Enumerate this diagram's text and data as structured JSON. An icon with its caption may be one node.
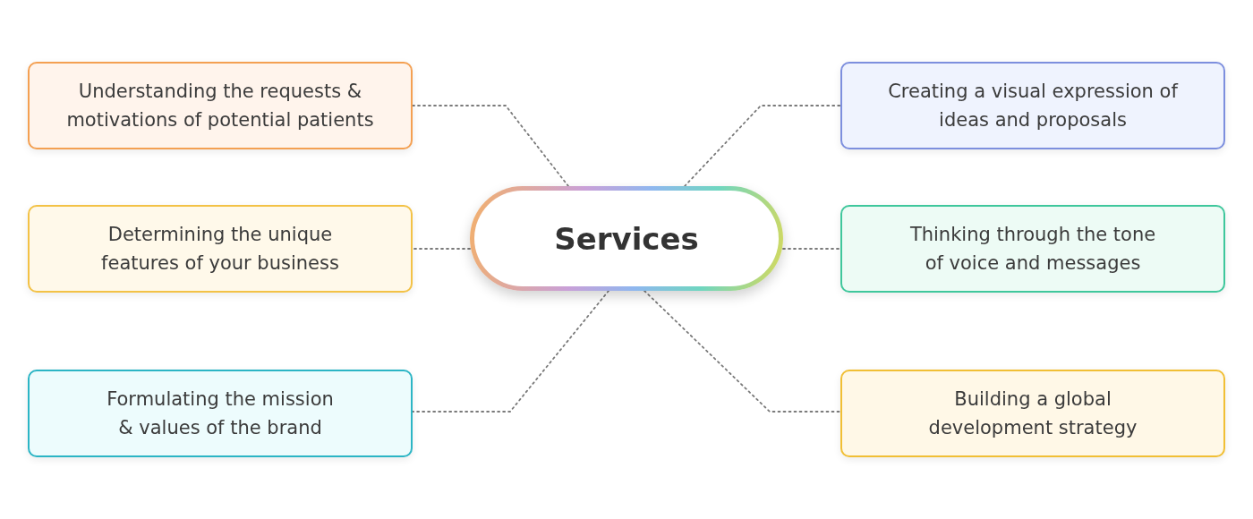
{
  "diagram": {
    "nodes": [
      {
        "text": [
          "Services"
        ]
      },
      {
        "text": [
          "Understanding the requests & motivations of potential patients"
        ]
      },
      {
        "text": [
          "Creating a visual expression of ideas and proposals"
        ]
      },
      {
        "text": [
          "Determining the unique features of your business"
        ]
      },
      {
        "text": [
          "Thinking through the tone of voice and messages"
        ]
      },
      {
        "text": [
          "Formulating the mission & values of the brand"
        ]
      },
      {
        "text": [
          "Building a global development strategy"
        ]
      }
    ],
    "edges": [
      {
        "from": 0,
        "to": 1,
        "arrow": "none"
      },
      {
        "from": 0,
        "to": 2,
        "arrow": "none"
      },
      {
        "from": 0,
        "to": 3,
        "arrow": "none"
      },
      {
        "from": 0,
        "to": 4,
        "arrow": "none"
      },
      {
        "from": 0,
        "to": 5,
        "arrow": "none"
      },
      {
        "from": 0,
        "to": 6,
        "arrow": "none"
      }
    ]
  }
}
